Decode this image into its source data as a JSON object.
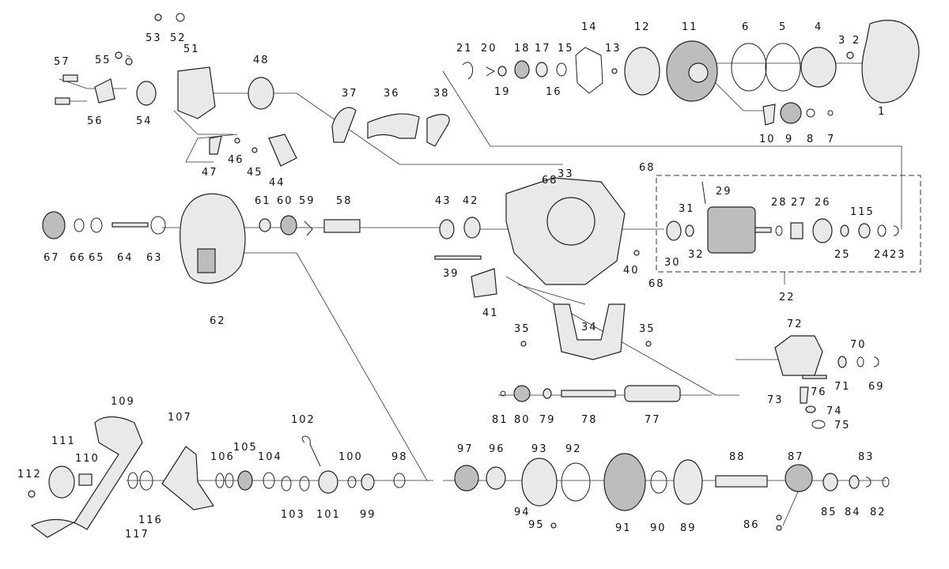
{
  "labels": {
    "p1": "1",
    "p2": "2",
    "p3": "3",
    "p4": "4",
    "p5": "5",
    "p6": "6",
    "p7": "7",
    "p8": "8",
    "p9": "9",
    "p10": "10",
    "p11": "11",
    "p12": "12",
    "p13": "13",
    "p14": "14",
    "p15": "15",
    "p16": "16",
    "p17": "17",
    "p18": "18",
    "p19": "19",
    "p20": "20",
    "p21": "21",
    "p22": "22",
    "p23": "23",
    "p24": "24",
    "p25": "25",
    "p26": "26",
    "p27": "27",
    "p28": "28",
    "p29": "29",
    "p30": "30",
    "p31": "31",
    "p32": "32",
    "p33": "33",
    "p34": "34",
    "p35a": "35",
    "p35b": "35",
    "p36": "36",
    "p37": "37",
    "p38": "38",
    "p39": "39",
    "p40": "40",
    "p41": "41",
    "p42": "42",
    "p43": "43",
    "p44": "44",
    "p45": "45",
    "p46": "46",
    "p47": "47",
    "p48": "48",
    "p51": "51",
    "p52": "52",
    "p53": "53",
    "p54": "54",
    "p55": "55",
    "p56": "56",
    "p57": "57",
    "p58": "58",
    "p59": "59",
    "p60": "60",
    "p61": "61",
    "p62": "62",
    "p63": "63",
    "p64": "64",
    "p65": "65",
    "p66": "66",
    "p67": "67",
    "p68a": "68",
    "p68b": "68",
    "p68c": "68",
    "p69": "69",
    "p70": "70",
    "p71": "71",
    "p72": "72",
    "p73": "73",
    "p74": "74",
    "p75": "75",
    "p76": "76",
    "p77": "77",
    "p78": "78",
    "p79": "79",
    "p80": "80",
    "p81": "81",
    "p82": "82",
    "p83": "83",
    "p84": "84",
    "p85": "85",
    "p86": "86",
    "p87": "87",
    "p88": "88",
    "p89": "89",
    "p90": "90",
    "p91": "91",
    "p92": "92",
    "p93": "93",
    "p94": "94",
    "p95": "95",
    "p96": "96",
    "p97": "97",
    "p98": "98",
    "p99": "99",
    "p100": "100",
    "p101": "101",
    "p102": "102",
    "p103": "103",
    "p104": "104",
    "p105": "105",
    "p106": "106",
    "p107": "107",
    "p109": "109",
    "p110": "110",
    "p111": "111",
    "p112": "112",
    "p115": "115",
    "p116": "116",
    "p117": "117"
  }
}
